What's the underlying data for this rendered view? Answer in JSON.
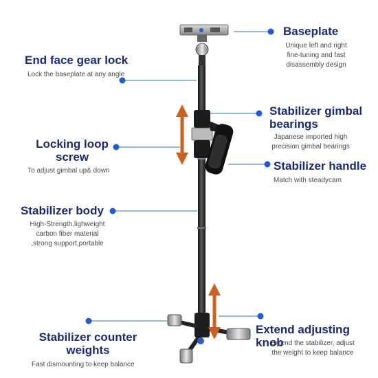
{
  "colors": {
    "title": "#1a2a78",
    "leader_line": "#5b8fd6",
    "dot": "#1e5bd6",
    "arrow": "#c8621e",
    "pole": "#2a2a2a"
  },
  "callouts": {
    "baseplate": {
      "title": "Baseplate",
      "desc": [
        "Unique left and right",
        "fine-tuning and fast",
        "disassembly design"
      ]
    },
    "end_face_gear_lock": {
      "title": "End face gear lock",
      "desc": [
        "Lock the baseplate at any angle"
      ]
    },
    "gimbal_bearings": {
      "title": [
        "Stabilizer gimbal",
        "bearings"
      ],
      "desc": [
        "Japanese imported high",
        "precision gimbal bearings"
      ]
    },
    "locking_loop_screw": {
      "title": [
        "Locking loop",
        "screw"
      ],
      "desc": [
        "To adjust gimbal up& down"
      ]
    },
    "stabilizer_handle": {
      "title": "Stabilizer handle",
      "desc": [
        "Match with steadycam"
      ]
    },
    "stabilizer_body": {
      "title": "Stabilizer body",
      "desc": [
        "High-Strength,lighweight",
        "carbon fiber material",
        ",strong support,portable"
      ]
    },
    "extend_adjusting_knob": {
      "title": "Extend adjusting knob",
      "desc": [
        "Extend the stabilizer, adjust",
        "the weight to keep balance"
      ]
    },
    "counter_weights": {
      "title": [
        "Stabilizer counter",
        "weights"
      ],
      "desc": [
        "Fast dismounting to keep balance"
      ]
    }
  }
}
